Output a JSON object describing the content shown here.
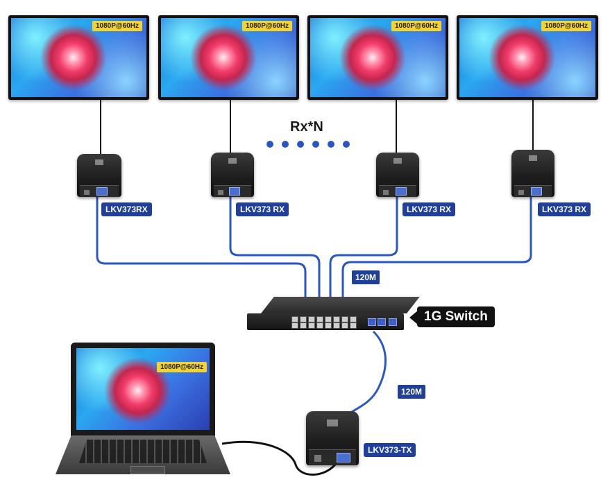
{
  "diagram": {
    "receiver_count_label": "Rx*N",
    "switch": {
      "label": "1G Switch",
      "icon": "network-switch-icon"
    },
    "monitors": [
      {
        "resolution": "1080P@60Hz"
      },
      {
        "resolution": "1080P@60Hz"
      },
      {
        "resolution": "1080P@60Hz"
      },
      {
        "resolution": "1080P@60Hz"
      }
    ],
    "receivers": [
      {
        "model": "LKV373RX"
      },
      {
        "model": "LKV373 RX"
      },
      {
        "model": "LKV373 RX"
      },
      {
        "model": "LKV373 RX"
      }
    ],
    "transmitter": {
      "model": "LKV373-TX"
    },
    "laptop": {
      "resolution": "1080P@60Hz"
    },
    "cable_lengths": {
      "switch_to_receivers": "120M",
      "switch_to_transmitter": "120M"
    },
    "colors": {
      "cable": "#2a56c4",
      "label_background": "#1f3f9a",
      "resolution_badge": "#f3d233",
      "switch_label_background": "#111111"
    }
  }
}
